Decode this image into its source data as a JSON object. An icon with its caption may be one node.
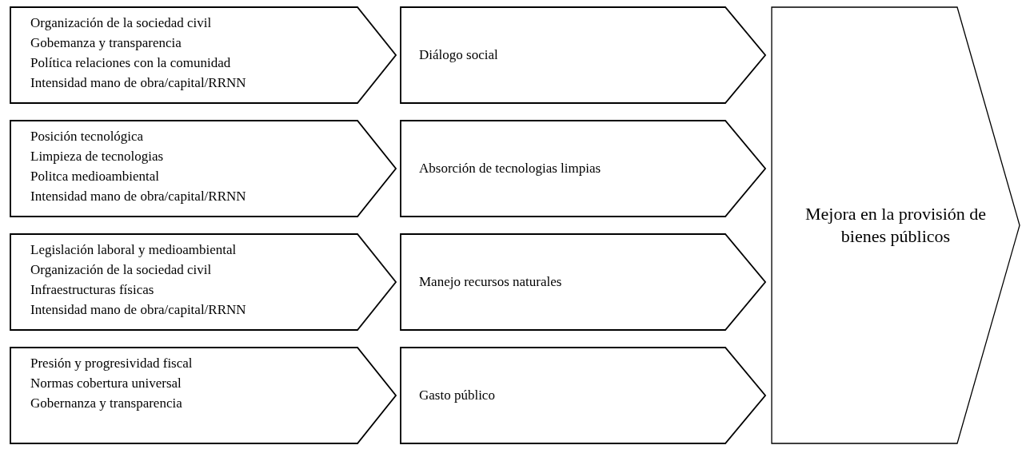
{
  "diagram": {
    "nodes": [
      {
        "text": [
          "Organización de la sociedad civil",
          "Gobemanza y transparencia",
          "Política relaciones con la comunidad",
          "Intensidad mano de obra/capital/RRNN"
        ]
      },
      {
        "text": [
          "Posición tecnológica",
          "Limpieza de tecnologias",
          "Politca medioambiental",
          "Intensidad mano de obra/capital/RRNN"
        ]
      },
      {
        "text": [
          "Legislación laboral y medioambiental",
          "Organización de la sociedad civil",
          "Infraestructuras físicas",
          "Intensidad mano de obra/capital/RRNN"
        ]
      },
      {
        "text": [
          "Presión y progresividad fiscal",
          "Normas cobertura universal",
          "Gobernanza y transparencia"
        ]
      },
      {
        "text": [
          "Diálogo social"
        ]
      },
      {
        "text": [
          "Absorción de tecnologias limpias"
        ]
      },
      {
        "text": [
          "Manejo recursos naturales"
        ]
      },
      {
        "text": [
          "Gasto público"
        ]
      },
      {
        "text": [
          "Mejora en la provisión de bienes públicos"
        ]
      }
    ],
    "edges": []
  }
}
